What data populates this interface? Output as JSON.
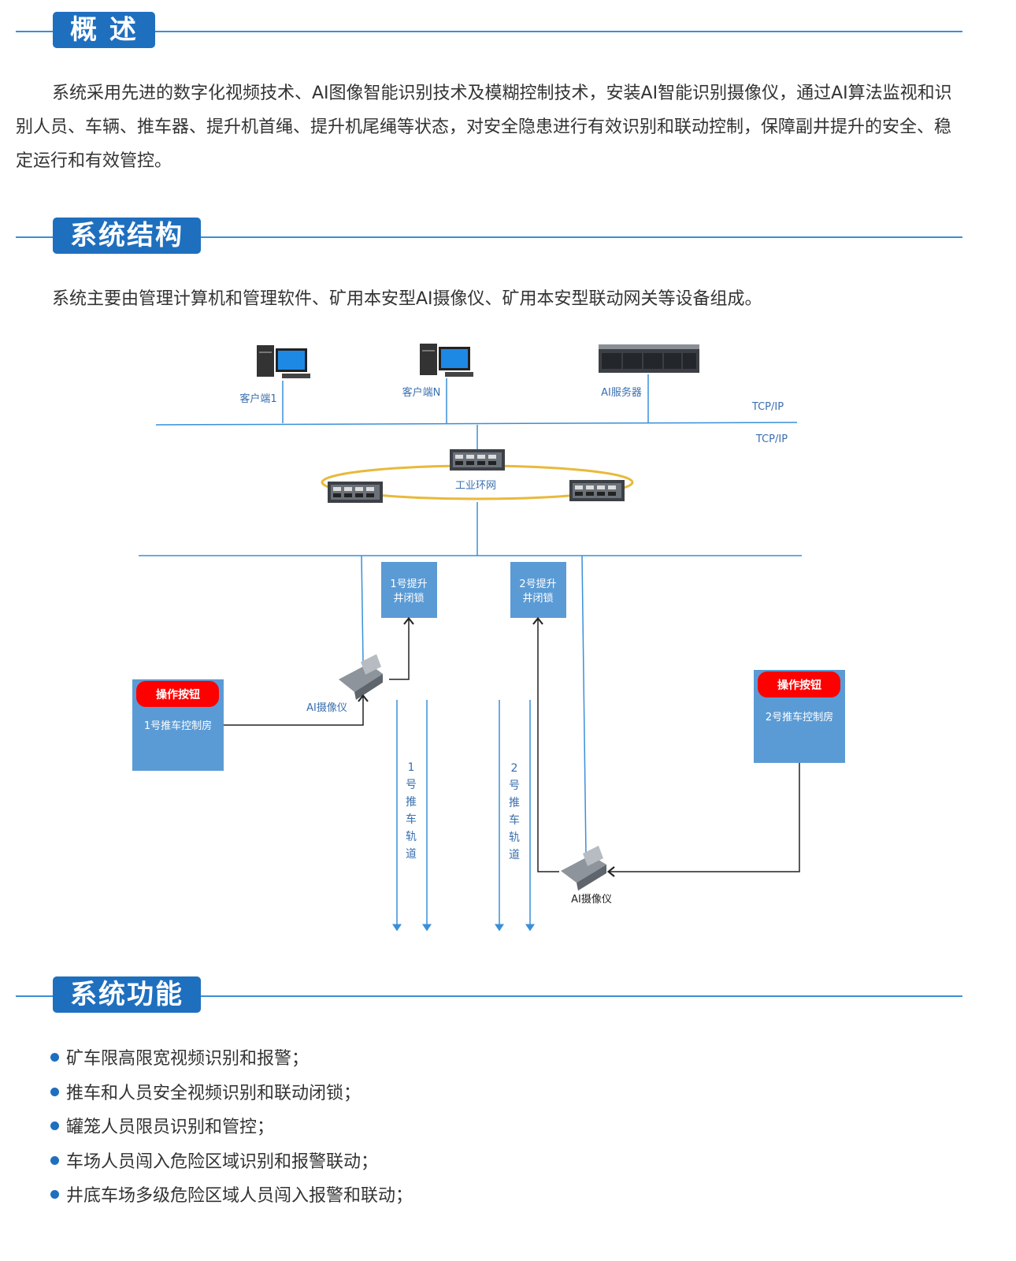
{
  "sections": {
    "overview": {
      "title": "概 述",
      "text": "系统采用先进的数字化视频技术、AI图像智能识别技术及模糊控制技术，安装AI智能识别摄像仪，通过AI算法监视和识别人员、车辆、推车器、提升机首绳、提升机尾绳等状态，对安全隐患进行有效识别和联动控制，保障副井提升的安全、稳定运行和有效管控。"
    },
    "structure": {
      "title": "系统结构",
      "text": "系统主要由管理计算机和管理软件、矿用本安型AI摄像仪、矿用本安型联动网关等设备组成。"
    },
    "functions": {
      "title": "系统功能",
      "items": [
        "矿车限高限宽视频识别和报警；",
        "推车和人员安全视频识别和联动闭锁；",
        "罐笼人员限员识别和管控；",
        "车场人员闯入危险区域识别和报警联动；",
        "井底车场多级危险区域人员闯入报警和联动；"
      ]
    }
  },
  "diagram": {
    "client1": "客户端1",
    "clientN": "客户端N",
    "ai_server": "AI服务器",
    "tcpip_top": "TCP/IP",
    "tcpip_bottom": "TCP/IP",
    "ring": "工业环网",
    "lock1_line1": "1号提升",
    "lock1_line2": "井闭锁",
    "lock2_line1": "2号提升",
    "lock2_line2": "井闭锁",
    "op_button_left": "操作按钮",
    "room1": "1号推车控制房",
    "op_button_right": "操作按钮",
    "room2": "2号推车控制房",
    "camera1": "AI摄像仪",
    "camera2": "AI摄像仪",
    "track1": [
      "1",
      "号",
      "推",
      "车",
      "轨",
      "道"
    ],
    "track2": [
      "2",
      "号",
      "推",
      "车",
      "轨",
      "道"
    ]
  },
  "colors": {
    "accent": "#1f6fbf",
    "rule": "#3a8fd9",
    "box": "#5b9bd5",
    "button": "#ff0000",
    "ring": "#e8b93b"
  }
}
